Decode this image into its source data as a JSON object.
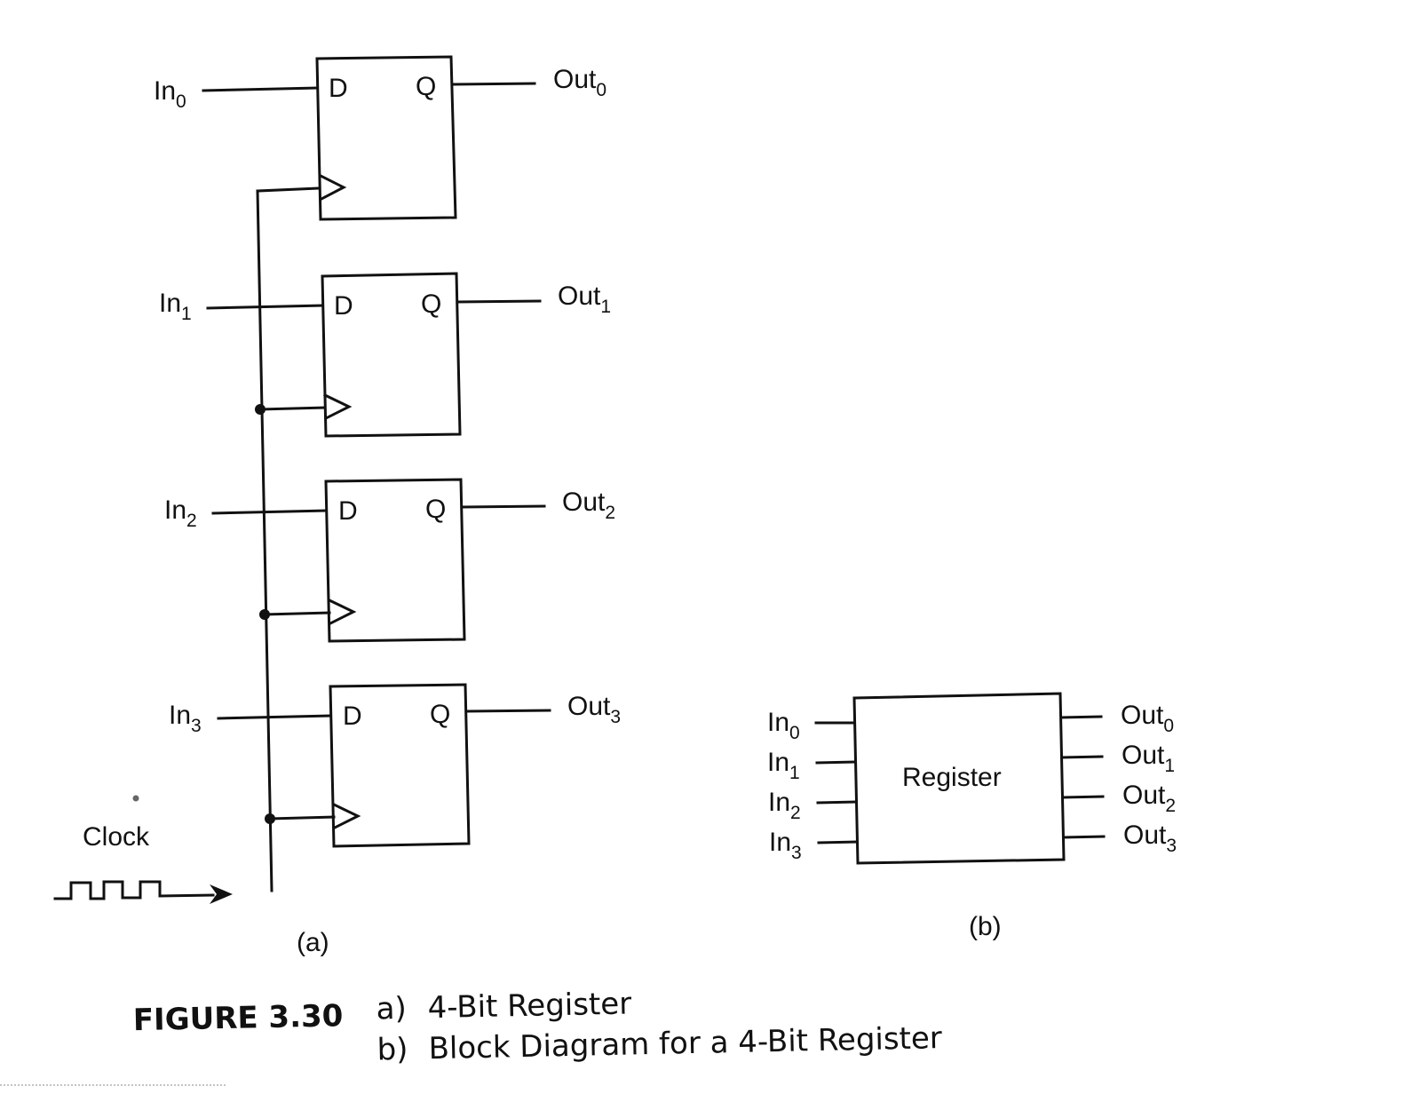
{
  "figure": {
    "number_label": "FIGURE 3.30",
    "captions": [
      {
        "marker": "a)",
        "text": "4-Bit Register"
      },
      {
        "marker": "b)",
        "text": "Block Diagram for a 4-Bit Register"
      }
    ]
  },
  "panel_a": {
    "label": "(a)",
    "clock_label": "Clock",
    "flip_flops": [
      {
        "input": "In",
        "input_sub": "0",
        "d_pin": "D",
        "q_pin": "Q",
        "output": "Out",
        "output_sub": "0"
      },
      {
        "input": "In",
        "input_sub": "1",
        "d_pin": "D",
        "q_pin": "Q",
        "output": "Out",
        "output_sub": "1"
      },
      {
        "input": "In",
        "input_sub": "2",
        "d_pin": "D",
        "q_pin": "Q",
        "output": "Out",
        "output_sub": "2"
      },
      {
        "input": "In",
        "input_sub": "3",
        "d_pin": "D",
        "q_pin": "Q",
        "output": "Out",
        "output_sub": "3"
      }
    ]
  },
  "panel_b": {
    "label": "(b)",
    "block_label": "Register",
    "inputs": [
      {
        "name": "In",
        "sub": "0"
      },
      {
        "name": "In",
        "sub": "1"
      },
      {
        "name": "In",
        "sub": "2"
      },
      {
        "name": "In",
        "sub": "3"
      }
    ],
    "outputs": [
      {
        "name": "Out",
        "sub": "0"
      },
      {
        "name": "Out",
        "sub": "1"
      },
      {
        "name": "Out",
        "sub": "2"
      },
      {
        "name": "Out",
        "sub": "3"
      }
    ]
  }
}
